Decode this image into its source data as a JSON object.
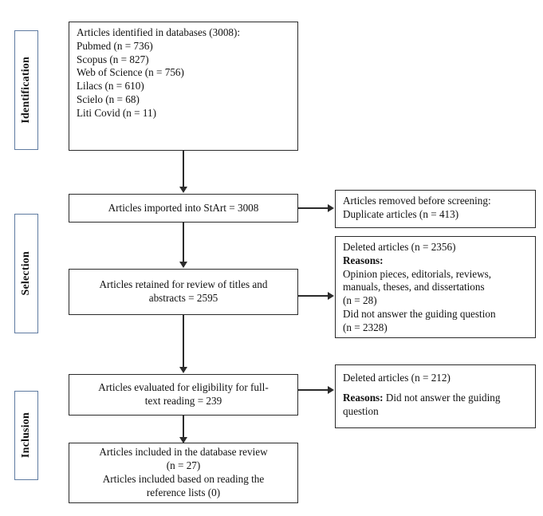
{
  "diagram": {
    "title": "PRISMA study selection flow diagram",
    "accent_border_color": "#5f7ba1",
    "box_border_color": "#2b2b2b",
    "background_color": "#ffffff"
  },
  "stages": [
    {
      "id": "identification",
      "label": "Identification"
    },
    {
      "id": "selection",
      "label": "Selection"
    },
    {
      "id": "inclusion",
      "label": "Inclusion"
    }
  ],
  "boxes": {
    "identified": {
      "lines": [
        "Articles identified in databases (3008):",
        "Pubmed (n = 736)",
        "Scopus (n = 827)",
        "Web of Science (n = 756)",
        "Lilacs (n = 610)",
        "Scielo (n = 68)",
        "Liti Covid (n = 11)"
      ]
    },
    "imported": {
      "lines": [
        "Articles imported into StArt = 3008"
      ]
    },
    "removed_before_screening": {
      "lines": [
        "Articles removed before screening:",
        "Duplicate articles (n = 413)"
      ]
    },
    "retained_titles_abstracts": {
      "lines": [
        "Articles retained for review of titles and",
        "abstracts = 2595"
      ]
    },
    "deleted_screening": {
      "line1": "Deleted articles (n = 2356)",
      "reasons_label": "Reasons:",
      "reason_lines": [
        "Opinion pieces, editorials, reviews,",
        "manuals, theses, and dissertations",
        "(n = 28)",
        "Did not answer the guiding question",
        "(n = 2328)"
      ]
    },
    "evaluated_fulltext": {
      "lines": [
        "Articles evaluated for eligibility for full-",
        "text reading = 239"
      ]
    },
    "deleted_fulltext": {
      "line1": "Deleted articles (n = 212)",
      "reasons_label": "Reasons:",
      "reasons_text": " Did not answer the guiding",
      "reasons_cont": "question"
    },
    "included": {
      "lines": [
        "Articles included in the database review",
        "(n = 27)",
        "Articles included based on reading the",
        "reference lists (0)"
      ]
    }
  }
}
